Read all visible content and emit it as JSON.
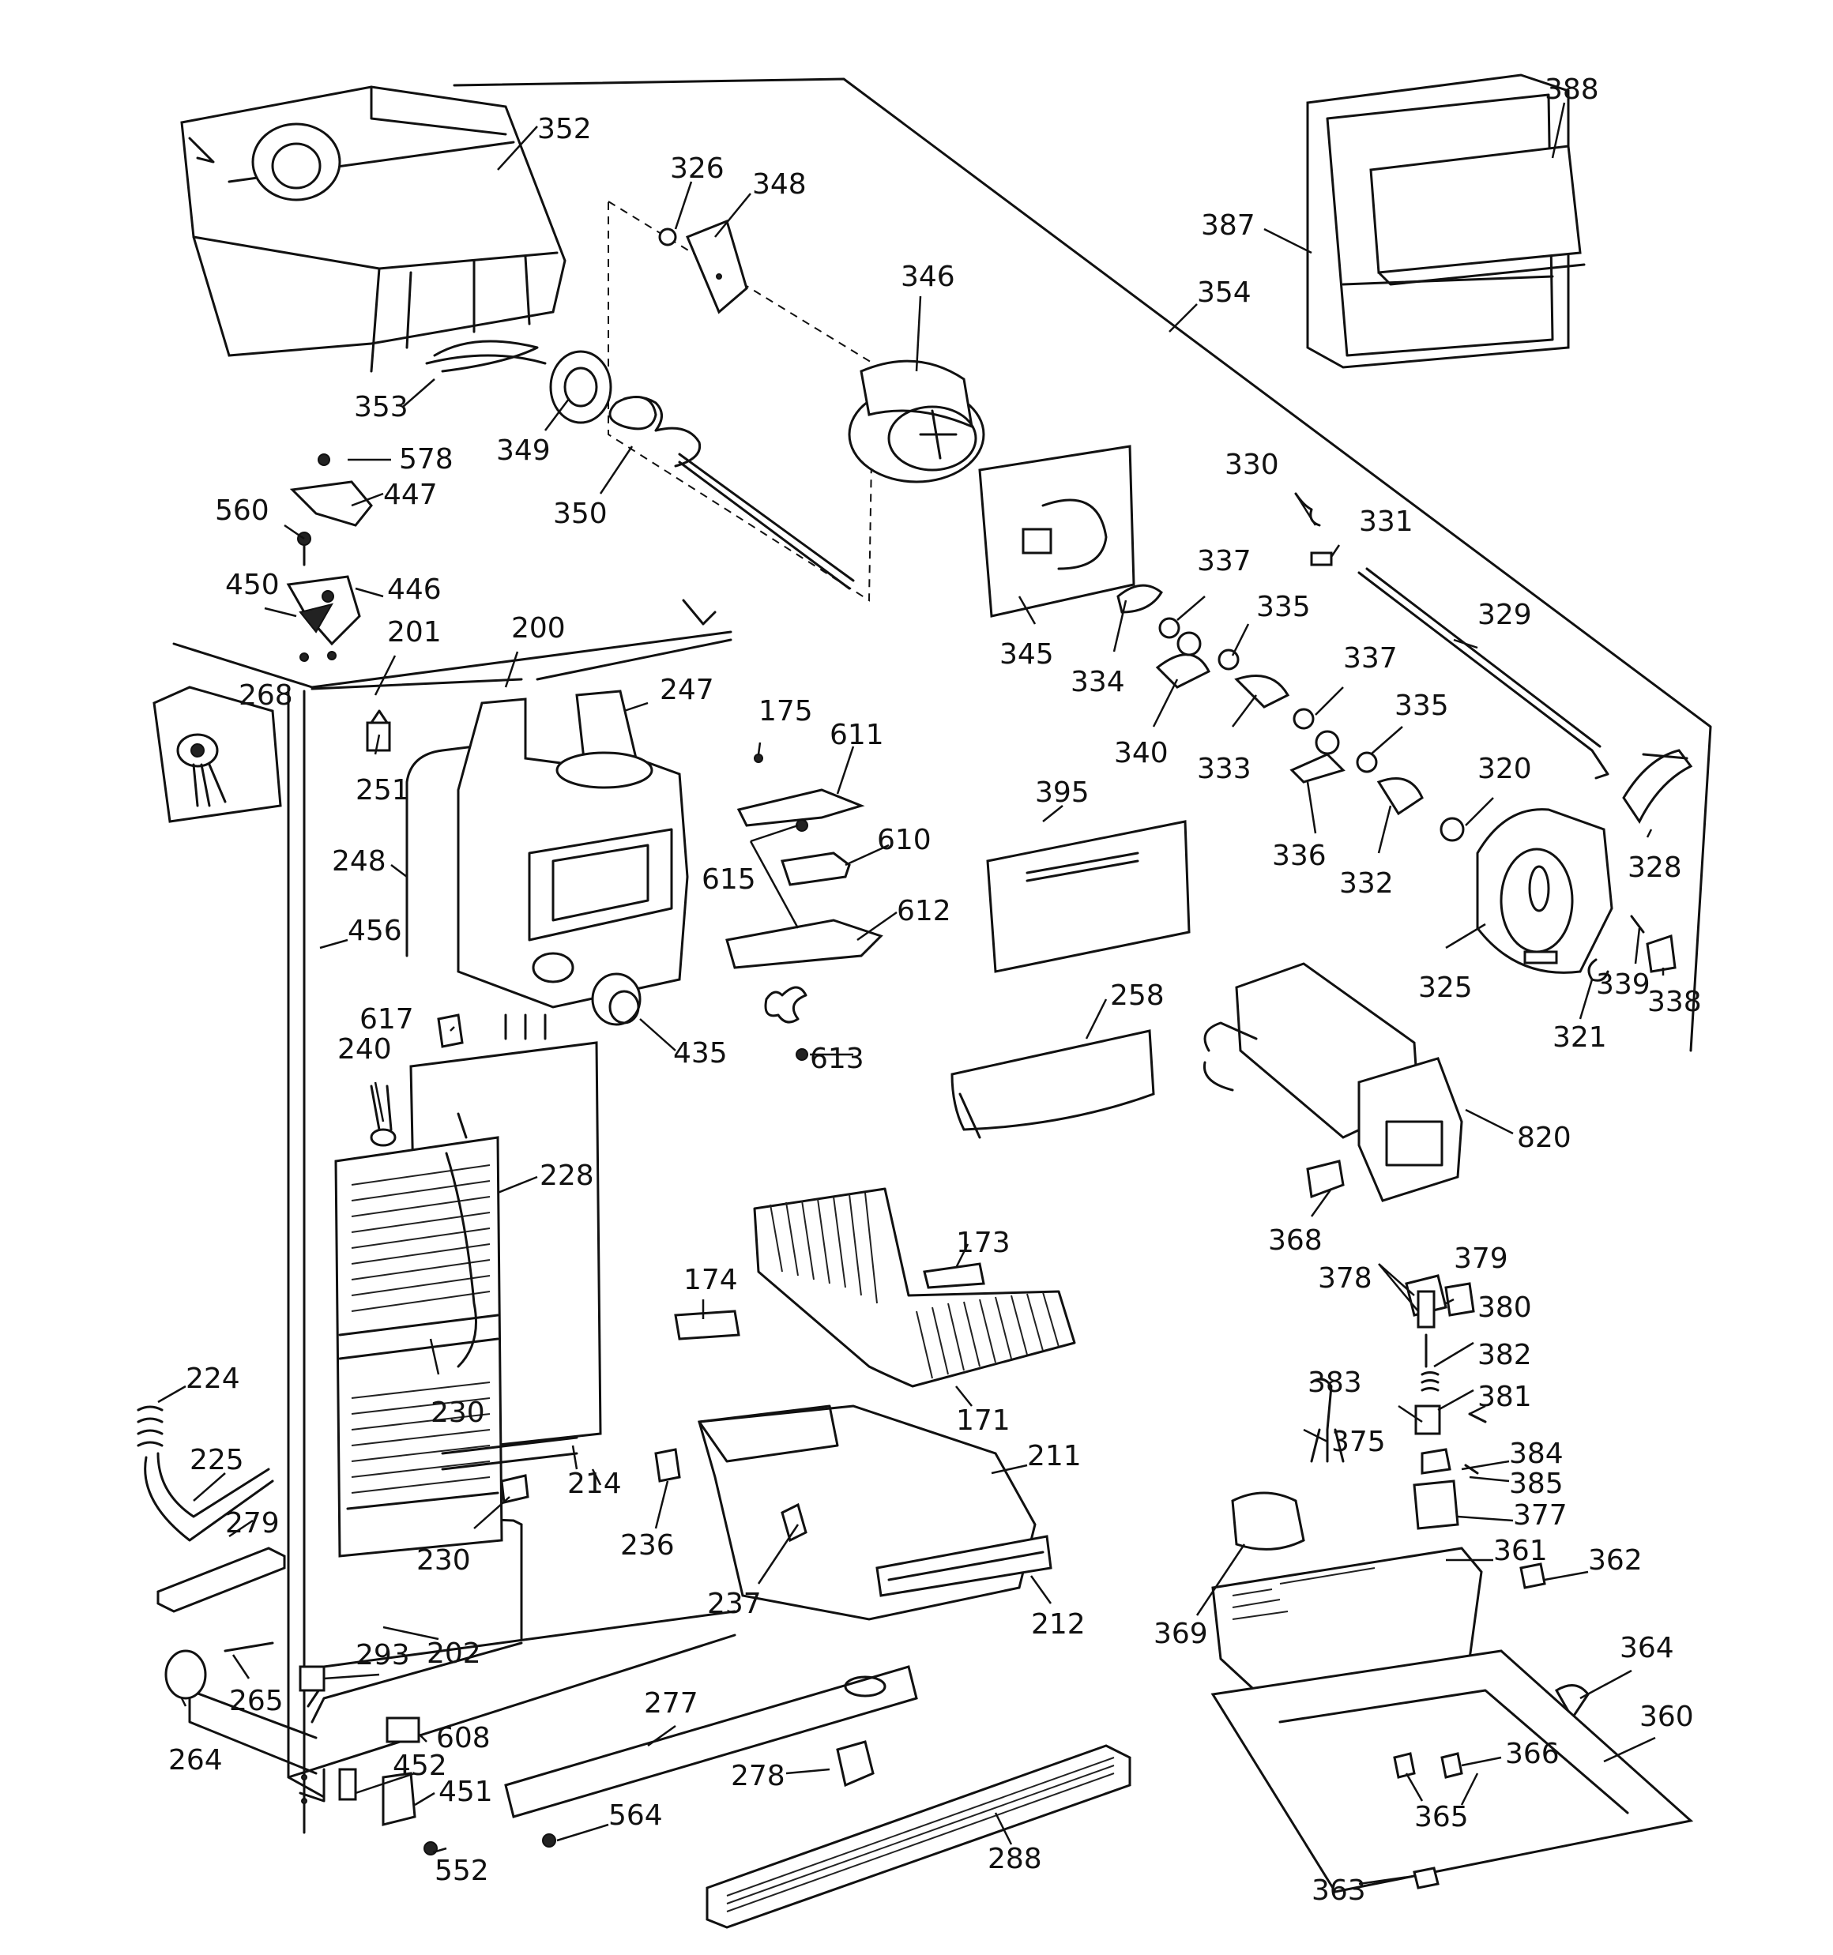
{
  "diagram": {
    "parts": [
      {
        "id": "352",
        "text": "352"
      },
      {
        "id": "326",
        "text": "326"
      },
      {
        "id": "348",
        "text": "348"
      },
      {
        "id": "346",
        "text": "346"
      },
      {
        "id": "354",
        "text": "354"
      },
      {
        "id": "388",
        "text": "388"
      },
      {
        "id": "387",
        "text": "387"
      },
      {
        "id": "353",
        "text": "353"
      },
      {
        "id": "349",
        "text": "349"
      },
      {
        "id": "350",
        "text": "350"
      },
      {
        "id": "578",
        "text": "578"
      },
      {
        "id": "447",
        "text": "447"
      },
      {
        "id": "560",
        "text": "560"
      },
      {
        "id": "450",
        "text": "450"
      },
      {
        "id": "446",
        "text": "446"
      },
      {
        "id": "201",
        "text": "201"
      },
      {
        "id": "200",
        "text": "200"
      },
      {
        "id": "268",
        "text": "268"
      },
      {
        "id": "247",
        "text": "247"
      },
      {
        "id": "251",
        "text": "251"
      },
      {
        "id": "248",
        "text": "248"
      },
      {
        "id": "456",
        "text": "456"
      },
      {
        "id": "345",
        "text": "345"
      },
      {
        "id": "330",
        "text": "330"
      },
      {
        "id": "331",
        "text": "331"
      },
      {
        "id": "337a",
        "text": "337"
      },
      {
        "id": "335a",
        "text": "335"
      },
      {
        "id": "329",
        "text": "329"
      },
      {
        "id": "334",
        "text": "334"
      },
      {
        "id": "340",
        "text": "340"
      },
      {
        "id": "333",
        "text": "333"
      },
      {
        "id": "337b",
        "text": "337"
      },
      {
        "id": "335b",
        "text": "335"
      },
      {
        "id": "336",
        "text": "336"
      },
      {
        "id": "332",
        "text": "332"
      },
      {
        "id": "320",
        "text": "320"
      },
      {
        "id": "328",
        "text": "328"
      },
      {
        "id": "325",
        "text": "325"
      },
      {
        "id": "321",
        "text": "321"
      },
      {
        "id": "339",
        "text": "339"
      },
      {
        "id": "338",
        "text": "338"
      },
      {
        "id": "175",
        "text": "175"
      },
      {
        "id": "611",
        "text": "611"
      },
      {
        "id": "610",
        "text": "610"
      },
      {
        "id": "615",
        "text": "615"
      },
      {
        "id": "612",
        "text": "612"
      },
      {
        "id": "613",
        "text": "613"
      },
      {
        "id": "395",
        "text": "395"
      },
      {
        "id": "258",
        "text": "258"
      },
      {
        "id": "820",
        "text": "820"
      },
      {
        "id": "617",
        "text": "617"
      },
      {
        "id": "240",
        "text": "240"
      },
      {
        "id": "435",
        "text": "435"
      },
      {
        "id": "228",
        "text": "228"
      },
      {
        "id": "368",
        "text": "368"
      },
      {
        "id": "173",
        "text": "173"
      },
      {
        "id": "174",
        "text": "174"
      },
      {
        "id": "379",
        "text": "379"
      },
      {
        "id": "378",
        "text": "378"
      },
      {
        "id": "380",
        "text": "380"
      },
      {
        "id": "382",
        "text": "382"
      },
      {
        "id": "383",
        "text": "383"
      },
      {
        "id": "381",
        "text": "381"
      },
      {
        "id": "224",
        "text": "224"
      },
      {
        "id": "230a",
        "text": "230"
      },
      {
        "id": "171",
        "text": "171"
      },
      {
        "id": "375",
        "text": "375"
      },
      {
        "id": "211",
        "text": "211"
      },
      {
        "id": "384",
        "text": "384"
      },
      {
        "id": "385",
        "text": "385"
      },
      {
        "id": "225",
        "text": "225"
      },
      {
        "id": "214",
        "text": "214"
      },
      {
        "id": "279",
        "text": "279"
      },
      {
        "id": "236",
        "text": "236"
      },
      {
        "id": "377",
        "text": "377"
      },
      {
        "id": "230b",
        "text": "230"
      },
      {
        "id": "361",
        "text": "361"
      },
      {
        "id": "362",
        "text": "362"
      },
      {
        "id": "237",
        "text": "237"
      },
      {
        "id": "212",
        "text": "212"
      },
      {
        "id": "369",
        "text": "369"
      },
      {
        "id": "293",
        "text": "293"
      },
      {
        "id": "202",
        "text": "202"
      },
      {
        "id": "364",
        "text": "364"
      },
      {
        "id": "277",
        "text": "277"
      },
      {
        "id": "360",
        "text": "360"
      },
      {
        "id": "265",
        "text": "265"
      },
      {
        "id": "608",
        "text": "608"
      },
      {
        "id": "264",
        "text": "264"
      },
      {
        "id": "452",
        "text": "452"
      },
      {
        "id": "278",
        "text": "278"
      },
      {
        "id": "366",
        "text": "366"
      },
      {
        "id": "451",
        "text": "451"
      },
      {
        "id": "564",
        "text": "564"
      },
      {
        "id": "365",
        "text": "365"
      },
      {
        "id": "288",
        "text": "288"
      },
      {
        "id": "552",
        "text": "552"
      },
      {
        "id": "363",
        "text": "363"
      }
    ]
  }
}
